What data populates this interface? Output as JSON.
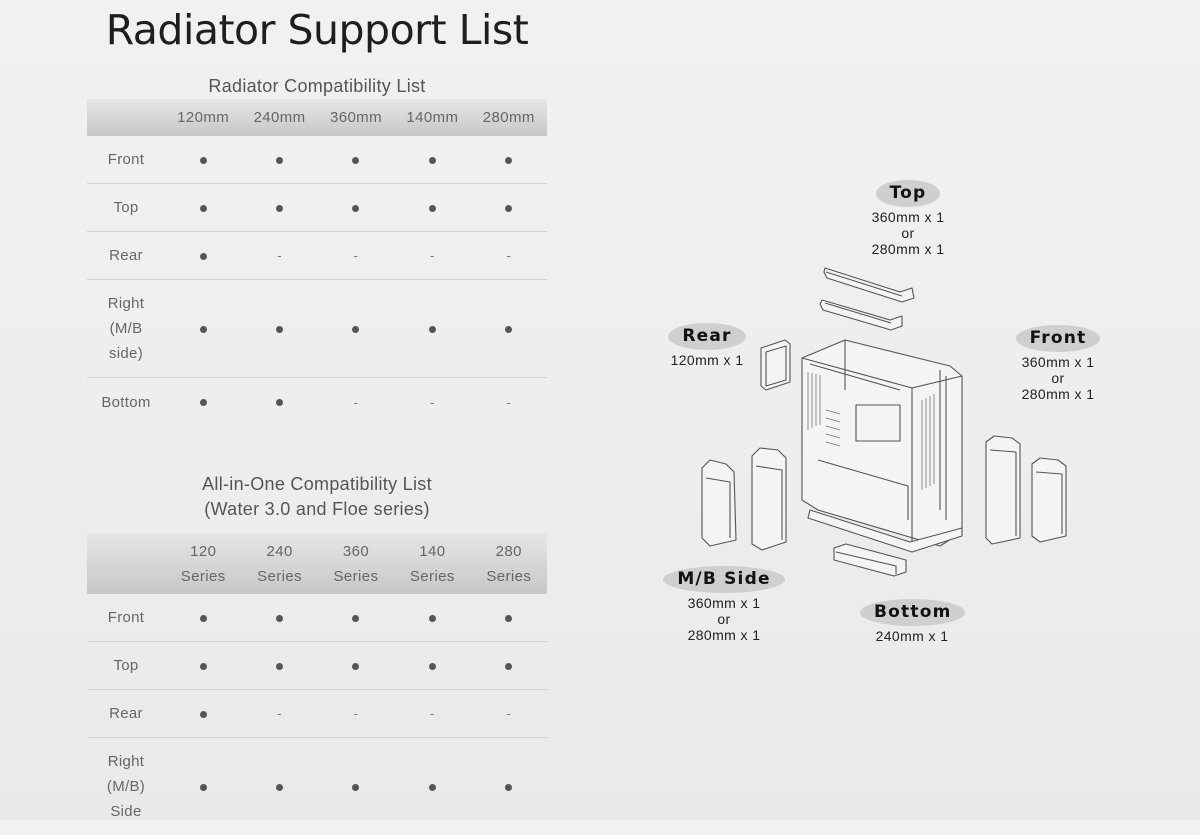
{
  "page": {
    "title": "Radiator Support List"
  },
  "radiator_table": {
    "caption": "Radiator Compatibility List",
    "columns": [
      "120mm",
      "240mm",
      "360mm",
      "140mm",
      "280mm"
    ],
    "rows": [
      {
        "label_lines": [
          "Front"
        ],
        "support": [
          true,
          true,
          true,
          true,
          true
        ]
      },
      {
        "label_lines": [
          "Top"
        ],
        "support": [
          true,
          true,
          true,
          true,
          true
        ]
      },
      {
        "label_lines": [
          "Rear"
        ],
        "support": [
          true,
          false,
          false,
          false,
          false
        ]
      },
      {
        "label_lines": [
          "Right",
          "(M/B",
          "side)"
        ],
        "support": [
          true,
          true,
          true,
          true,
          true
        ]
      },
      {
        "label_lines": [
          "Bottom"
        ],
        "support": [
          true,
          true,
          false,
          false,
          false
        ]
      }
    ],
    "unsupported_mark": "-"
  },
  "aio_table": {
    "caption_lines": [
      "All-in-One Compatibility List",
      "(Water 3.0 and Floe series)"
    ],
    "columns": [
      {
        "size": "120",
        "unit": "Series"
      },
      {
        "size": "240",
        "unit": "Series"
      },
      {
        "size": "360",
        "unit": "Series"
      },
      {
        "size": "140",
        "unit": "Series"
      },
      {
        "size": "280",
        "unit": "Series"
      }
    ],
    "rows": [
      {
        "label_lines": [
          "Front"
        ],
        "support": [
          true,
          true,
          true,
          true,
          true
        ]
      },
      {
        "label_lines": [
          "Top"
        ],
        "support": [
          true,
          true,
          true,
          true,
          true
        ]
      },
      {
        "label_lines": [
          "Rear"
        ],
        "support": [
          true,
          false,
          false,
          false,
          false
        ]
      },
      {
        "label_lines": [
          "Right",
          "(M/B)",
          "Side"
        ],
        "support": [
          true,
          true,
          true,
          true,
          true
        ]
      }
    ],
    "unsupported_mark": "-"
  },
  "diagram": {
    "zones": {
      "top": {
        "label": "Top",
        "specs": [
          "360mm x 1",
          "or",
          "280mm x 1"
        ]
      },
      "rear": {
        "label": "Rear",
        "specs": [
          "120mm x 1"
        ]
      },
      "front": {
        "label": "Front",
        "specs": [
          "360mm x 1",
          "or",
          "280mm x 1"
        ]
      },
      "mb_side": {
        "label": "M/B Side",
        "specs": [
          "360mm x 1",
          "or",
          "280mm x 1"
        ]
      },
      "bottom": {
        "label": "Bottom",
        "specs": [
          "240mm x 1"
        ]
      }
    },
    "colors": {
      "pill": "#cfcfcf",
      "line": "#555555"
    }
  }
}
